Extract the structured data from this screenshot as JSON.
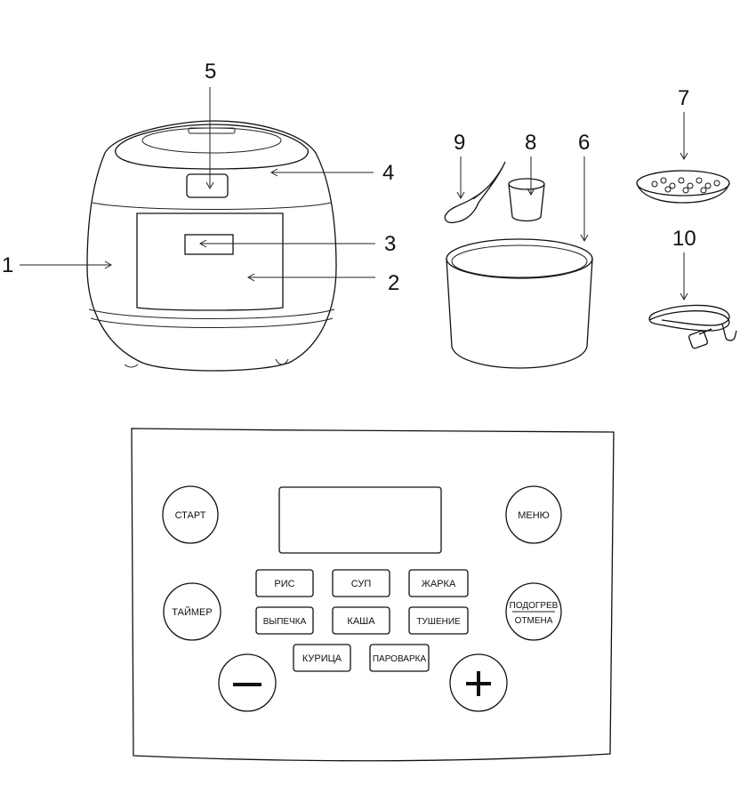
{
  "callouts": {
    "c1": "1",
    "c2": "2",
    "c3": "3",
    "c4": "4",
    "c5": "5",
    "c6": "6",
    "c7": "7",
    "c8": "8",
    "c9": "9",
    "c10": "10"
  },
  "panel": {
    "start": "СТАРТ",
    "menu": "МЕНЮ",
    "timer": "ТАЙМЕР",
    "warm_top": "ПОДОГРЕВ",
    "warm_bottom": "ОТМЕНА",
    "minus": "−",
    "plus": "+",
    "programs": {
      "rice": "РИС",
      "soup": "СУП",
      "fry": "ЖАРКА",
      "bake": "ВЫПЕЧКА",
      "porridge": "КАША",
      "stew": "ТУШЕНИЕ",
      "chicken": "КУРИЦА",
      "steam": "ПАРОВАРКА"
    }
  },
  "icons": {
    "minus": "minus-icon",
    "plus": "plus-icon"
  }
}
